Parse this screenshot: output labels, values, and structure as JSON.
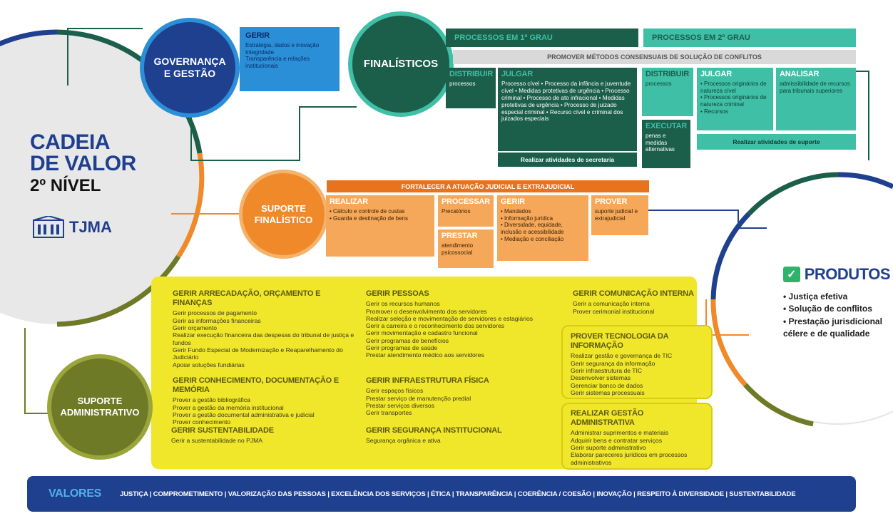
{
  "title": {
    "line1": "CADEIA",
    "line2": "DE VALOR",
    "line3": "2º NÍVEL"
  },
  "logo": {
    "text": "TJMA"
  },
  "governanca": {
    "circle_line1": "GOVERNANÇA",
    "circle_line2": "E GESTÃO",
    "gerir_title": "GERIR",
    "gerir_items": [
      "Estratégia, dados e inovação",
      "Integridade",
      "Transparência e relações institucionais"
    ]
  },
  "finalisticos": {
    "circle": "FINALÍSTICOS",
    "grau1": "PROCESSOS EM 1º GRAU",
    "grau2": "PROCESSOS EM 2º GRAU",
    "promover": "PROMOVER MÉTODOS CONSENSUAIS DE SOLUÇÃO DE CONFLITOS",
    "distribuir1_title": "DISTRIBUIR",
    "distribuir1_text": "processos",
    "julgar1_title": "JULGAR",
    "julgar1_text": "Processo cível • Processo da infância e juventude cível • Medidas protetivas de urgência • Processo criminal • Processo de ato infracional • Medidas protetivas de urgência • Processo de juizado especial criminal • Recurso cível e criminal dos juizados especiais",
    "secretaria": "Realizar atividades de secretaria",
    "executar_title": "EXECUTAR",
    "executar_text": "penas e medidas alternativas",
    "distribuir2_title": "DISTRIBUIR",
    "distribuir2_text": "processos",
    "julgar2_title": "JULGAR",
    "julgar2_items": [
      "• Processos originários de natureza cível",
      "• Processos originários de natureza criminal",
      "• Recursos"
    ],
    "analisar_title": "ANALISAR",
    "analisar_text": "admissibilidade de recursos para tribunais superiores",
    "suporte_bar": "Realizar atividades de suporte"
  },
  "suporte_finalistico": {
    "circle_line1": "SUPORTE",
    "circle_line2": "FINALÍSTICO",
    "fortalecer": "FORTALECER A ATUAÇÃO JUDICIAL E EXTRAJUDICIAL",
    "realizar_title": "REALIZAR",
    "realizar_items": [
      "• Cálculo e controle de custas",
      "• Guarda e destinação de bens"
    ],
    "processar_title": "PROCESSAR",
    "processar_text": "Precatórios",
    "prestar_title": "PRESTAR",
    "prestar_text": "atendimento psicossocial",
    "gerir_title": "GERIR",
    "gerir_items": [
      "• Mandados",
      "• Informação jurídica",
      "• Diversidade, equidade, inclusão e acessibilidade",
      "• Mediação e conciliação"
    ],
    "prover_title": "PROVER",
    "prover_text": "suporte judicial e extrajudicial"
  },
  "suporte_administrativo": {
    "circle_line1": "SUPORTE",
    "circle_line2": "ADMINISTRATIVO",
    "arrecadacao_title": "GERIR ARRECADAÇÃO, ORÇAMENTO E FINANÇAS",
    "arrecadacao_items": [
      "Gerir processos de pagamento",
      "Gerir as informações financeiras",
      "Gerir orçamento",
      "Realizar execução financeira das despesas do tribunal de justiça e fundos",
      "Gerir Fundo Especial de Modernização e Reaparelhamento do Judiciário",
      "Apoiar soluções fundiárias"
    ],
    "conhecimento_title": "GERIR CONHECIMENTO, DOCUMENTAÇÃO E MEMÓRIA",
    "conhecimento_items": [
      "Prover a gestão bibliográfica",
      "Prover a gestão da memória institucional",
      "Prover a gestão documental administrativa e judicial",
      "Prover conhecimento"
    ],
    "sustentabilidade_title": "GERIR SUSTENTABILIDADE",
    "sustentabilidade_items": [
      "Gerir a sustentabilidade no PJMA"
    ],
    "pessoas_title": "GERIR PESSOAS",
    "pessoas_items": [
      "Gerir os recursos humanos",
      "Promover o desenvolvimento dos servidores",
      "Realizar seleção e movimentação de servidores e estagiários",
      "Gerir a carreira e o reconhecimento dos servidores",
      "Gerir movimentação e cadastro funcional",
      "Gerir programas de benefícios",
      "Gerir programas de saúde",
      "Prestar atendimento médico aos servidores"
    ],
    "infra_title": "GERIR INFRAESTRUTURA FÍSICA",
    "infra_items": [
      "Gerir espaços físicos",
      "Prestar serviço de manutenção predial",
      "Prestar serviços diversos",
      "Gerir transportes"
    ],
    "seguranca_title": "GERIR SEGURANÇA INSTITUCIONAL",
    "seguranca_items": [
      "Segurança orgânica e ativa"
    ],
    "comunicacao_title": "GERIR COMUNICAÇÃO INTERNA",
    "comunicacao_items": [
      "Gerir a comunicação interna",
      "Prover cerimonial institucional"
    ],
    "tic_title": "PROVER TECNOLOGIA DA INFORMAÇÃO",
    "tic_items": [
      "Realizar gestão e governança de TIC",
      "Gerir segurança da informação",
      "Gerir infraestrutura de TIC",
      "Desenvolver sistemas",
      "Gerenciar banco de dados",
      "Gerir sistemas processuais"
    ],
    "gestao_title": "REALIZAR GESTÃO ADMINISTRATIVA",
    "gestao_items": [
      "Administrar suprimentos e materiais",
      "Adquirir bens e contratar serviços",
      "Gerir suporte administrativo",
      "Elaborar pareceres jurídicos em processos administrativos"
    ]
  },
  "produtos": {
    "title": "PRODUTOS",
    "items": [
      "• Justiça efetiva",
      "• Solução de conflitos",
      "• Prestação jurisdicional",
      "célere e de qualidade"
    ]
  },
  "valores": {
    "label": "VALORES",
    "text": "JUSTIÇA | COMPROMETIMENTO | VALORIZAÇÃO DAS PESSOAS | EXCELÊNCIA DOS SERVIÇOS | ÉTICA | TRANSPARÊNCIA | COERÊNCIA / COESÃO | INOVAÇÃO | RESPEITO À DIVERSIDADE | SUSTENTABILIDADE"
  },
  "colors": {
    "navy": "#1f3f8f",
    "dark_green": "#1b5e4a",
    "teal": "#3fbfa6",
    "blue_light": "#2b8fd8",
    "orange": "#f0892a",
    "olive": "#6e7a26",
    "yellow": "#f0e62a"
  }
}
